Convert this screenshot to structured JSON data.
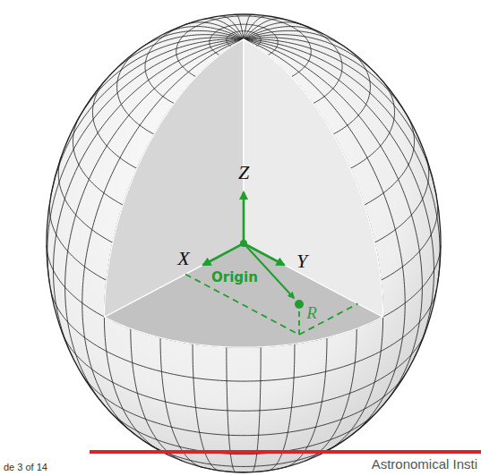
{
  "diagram": {
    "labels": [
      "Z",
      "X",
      "Y",
      "Origin",
      "R",
      "de 3 of 14",
      "Astronomical Insti"
    ]
  }
}
